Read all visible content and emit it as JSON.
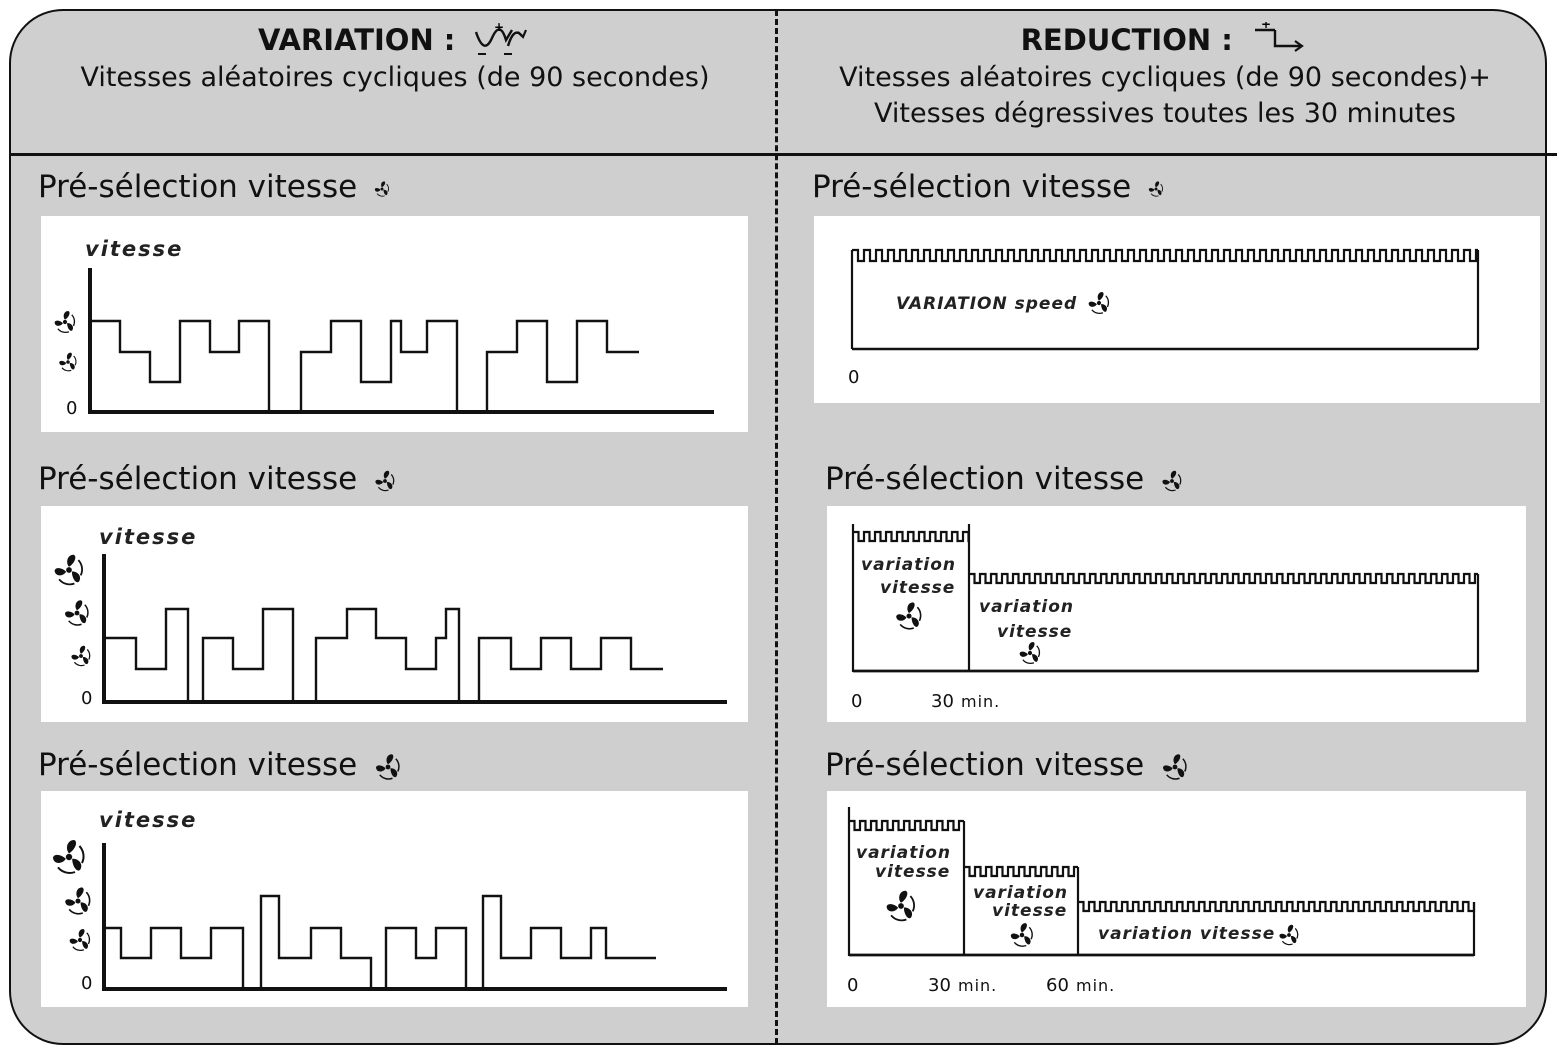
{
  "left_header": {
    "title": "VARIATION :",
    "subtitle": "Vitesses aléatoires cycliques (de 90 secondes)"
  },
  "right_header": {
    "title": "REDUCTION :",
    "line1": "Vitesses aléatoires cycliques (de 90 secondes)+",
    "line2": "Vitesses dégressives toutes les 30 minutes"
  },
  "left_panels": [
    {
      "title": "Pré-sélection vitesse",
      "fan": "fan-small-icon",
      "axis_label": "vitesse",
      "zero": "0"
    },
    {
      "title": "Pré-sélection vitesse",
      "fan": "fan-medium-icon",
      "axis_label": "vitesse",
      "zero": "0"
    },
    {
      "title": "Pré-sélection vitesse",
      "fan": "fan-large-icon",
      "axis_label": "vitesse",
      "zero": "0"
    }
  ],
  "right_panels": [
    {
      "title": "Pré-sélection vitesse",
      "fan": "fan-small-icon",
      "labels": [
        "VARIATION speed"
      ],
      "ticks": [
        "0"
      ]
    },
    {
      "title": "Pré-sélection vitesse",
      "fan": "fan-medium-icon",
      "labels": [
        "variation",
        "vitesse",
        "variation",
        "vitesse"
      ],
      "ticks": [
        "0",
        "30",
        "min."
      ]
    },
    {
      "title": "Pré-sélection vitesse",
      "fan": "fan-large-icon",
      "labels": [
        "variation",
        "vitesse",
        "variation",
        "vitesse",
        "variation vitesse"
      ],
      "ticks": [
        "0",
        "30",
        "min.",
        "60",
        "min."
      ]
    }
  ],
  "colors": {
    "panel_bg": "#cfcfcf",
    "chart_bg": "#ffffff",
    "line": "#111111"
  }
}
